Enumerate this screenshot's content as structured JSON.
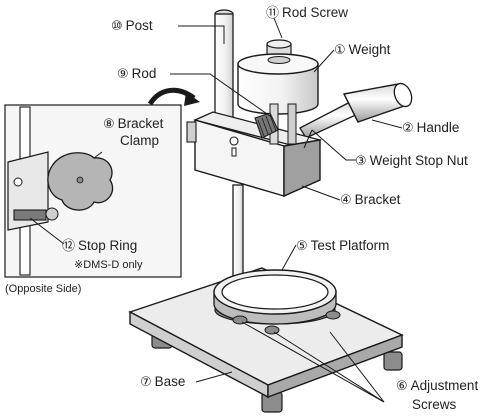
{
  "labels": {
    "weight": {
      "num": "①",
      "text": "Weight"
    },
    "handle": {
      "num": "②",
      "text": "Handle"
    },
    "weight_stop": {
      "num": "③",
      "text": "Weight Stop Nut"
    },
    "bracket": {
      "num": "④",
      "text": "Bracket"
    },
    "platform": {
      "num": "⑤",
      "text": "Test Platform"
    },
    "adjust_line1": {
      "num": "⑥",
      "text": "Adjustment"
    },
    "adjust_line2": {
      "text": "Screws"
    },
    "base": {
      "num": "⑦",
      "text": "Base"
    },
    "bracket_clamp_line1": {
      "num": "⑧",
      "text": "Bracket"
    },
    "bracket_clamp_line2": {
      "text": "Clamp"
    },
    "rod": {
      "num": "⑨",
      "text": "Rod"
    },
    "post": {
      "num": "⑩",
      "text": "Post"
    },
    "rod_screw": {
      "num": "⑪",
      "text": "Rod Screw"
    },
    "stop_ring": {
      "num": "⑫",
      "text": "Stop Ring"
    },
    "dms_note": {
      "text": "※DMS-D only"
    },
    "opposite_side": {
      "text": "(Opposite Side)"
    }
  },
  "colors": {
    "stroke": "#1a1a1a",
    "light_gray": "#ececec",
    "mid_gray": "#cfcfcf",
    "dark_gray": "#8c8c8c",
    "inset_bg": "#f6f6f6"
  }
}
